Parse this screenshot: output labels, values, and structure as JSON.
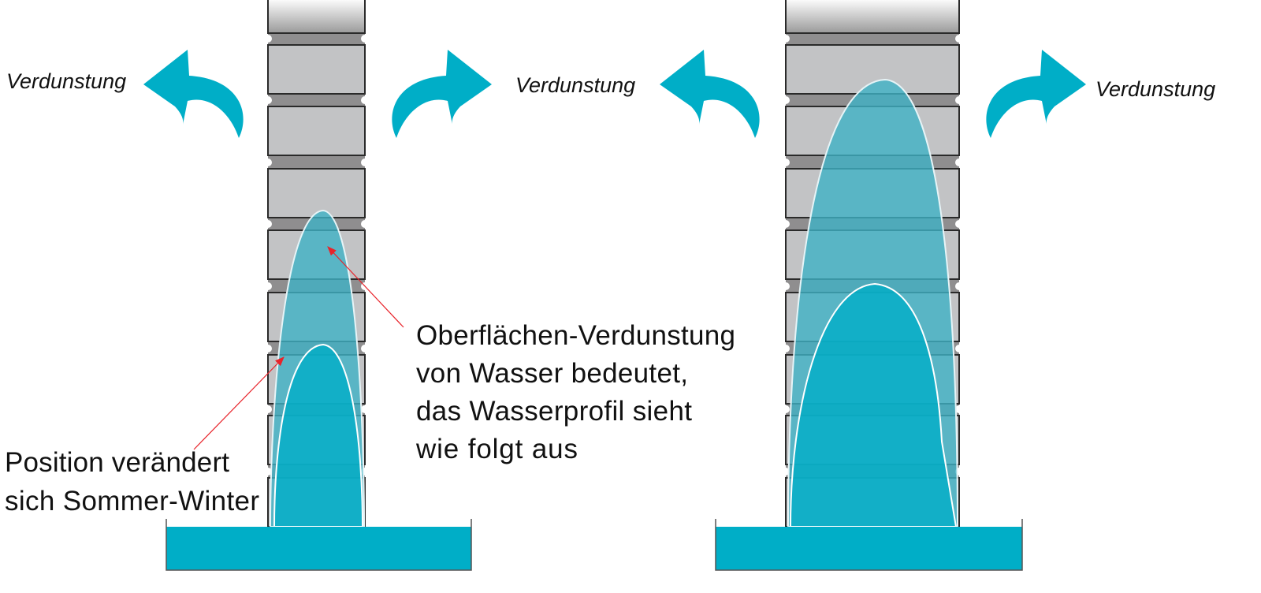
{
  "labels": {
    "evaporation_left_1": "Verdunstung",
    "evaporation_right_1": "Verdunstung",
    "evaporation_right_2": "Verdunstung",
    "surface_evaporation": [
      "Oberflächen-Verdunstung",
      "von Wasser bedeutet,",
      "das Wasserprofil sieht",
      "wie folgt aus"
    ],
    "position_change": [
      "Position verändert",
      "sich Sommer-Winter"
    ]
  },
  "colors": {
    "water": "#00aec7",
    "water_light": "#3fb1c4",
    "arrow": "#00aec7",
    "annotation": "#e8232a",
    "block": "#c2c3c5",
    "mortar": "#8f8e8f"
  }
}
